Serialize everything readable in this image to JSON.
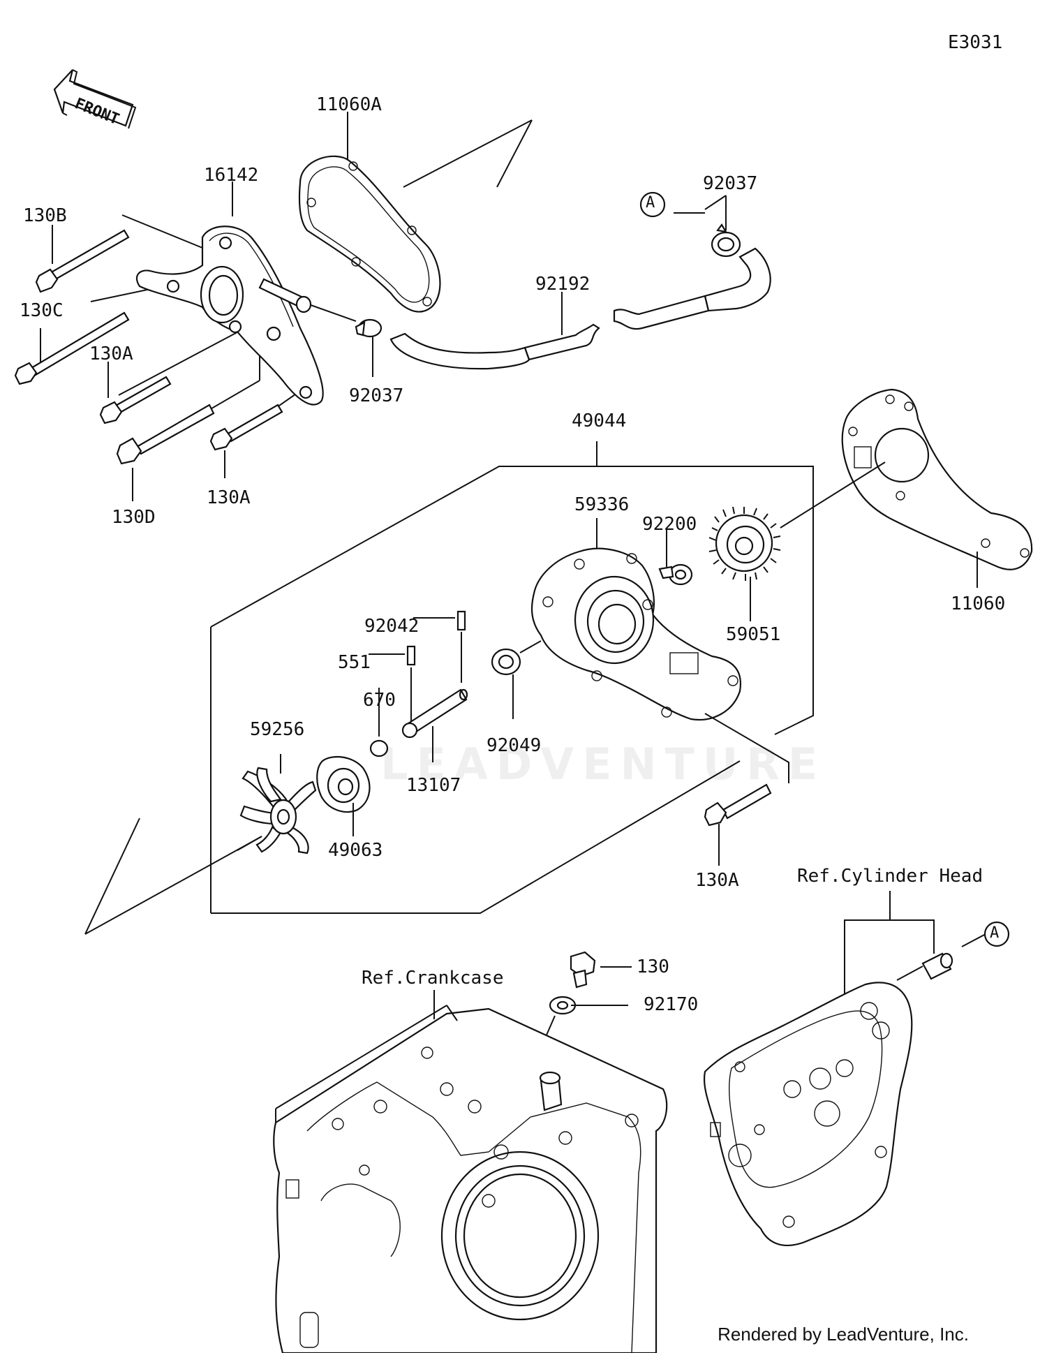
{
  "diagram_code": "E3031",
  "front_label": "FRONT",
  "watermark": "LEADVENTURE",
  "credit": "Rendered by LeadVenture, Inc.",
  "ref_labels": {
    "A_top": "A",
    "A_right": "A",
    "cylinder_head": "Ref.Cylinder Head",
    "crankcase": "Ref.Crankcase"
  },
  "part_labels": {
    "p11060A": "11060A",
    "p16142": "16142",
    "p130B": "130B",
    "p130C": "130C",
    "p130A_1": "130A",
    "p130D": "130D",
    "p130A_2": "130A",
    "p92037_top": "92037",
    "p92037_left": "92037",
    "p92192": "92192",
    "p49044": "49044",
    "p59336": "59336",
    "p92200": "92200",
    "p59051": "59051",
    "p11060": "11060",
    "p92042": "92042",
    "p551": "551",
    "p670": "670",
    "p59256": "59256",
    "p49063": "49063",
    "p13107": "13107",
    "p92049": "92049",
    "p130A_3": "130A",
    "p130": "130",
    "p92170": "92170"
  }
}
